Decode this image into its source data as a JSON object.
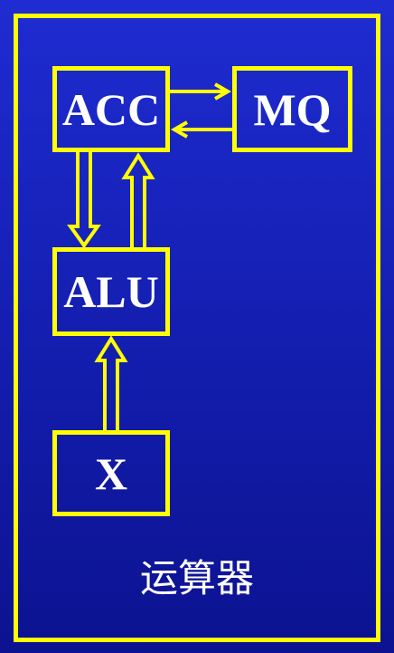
{
  "diagram": {
    "nodes": {
      "acc": "ACC",
      "mq": "MQ",
      "alu": "ALU",
      "x": "X"
    },
    "caption": "运算器",
    "colors": {
      "background": "#1520b4",
      "stroke": "#ffff00",
      "text": "#ffffff"
    }
  }
}
